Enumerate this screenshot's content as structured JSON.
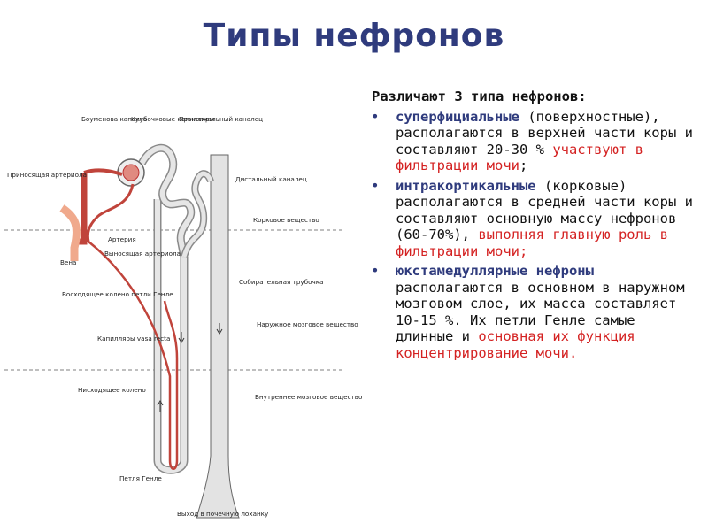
{
  "title": "Типы нефронов",
  "diagram": {
    "labels": {
      "bowman": "Боуменова капсула",
      "glomerular": "Клубочковые капилляры",
      "proximal": "Проксимальный каналец",
      "afferent": "Приносящая артериола",
      "distal": "Дистальный каналец",
      "cortex": "Корковое вещество",
      "artery": "Артерия",
      "vein": "Вена",
      "efferent": "Выносящая артериола",
      "collecting": "Собирательная трубочка",
      "ascending": "Восходящее колено петли Генле",
      "outer_medulla": "Наружное мозговое вещество",
      "vasa_recta": "Капилляры vasa recta",
      "descending": "Нисходящее колено",
      "inner_medulla": "Внутреннее мозговое вещество",
      "loop": "Петля Генле",
      "exit": "Выход в почечную лоханку"
    }
  },
  "text": {
    "intro": "Различают 3 типа нефронов:",
    "items": [
      {
        "term": "суперфициальные",
        "body": " (поверхностные), располагаются в верхней части коры и составляют 20-30 % ",
        "red": "участвуют в фильтрации мочи",
        "tail": ";"
      },
      {
        "term": "интракортикальные",
        "body": " (корковые) располагаются в средней части коры и составляют основную массу нефронов (60-70%), ",
        "red": "выполняя главную роль в фильтрации мочи;",
        "tail": ""
      },
      {
        "term": "юкстамедуллярные нефроны",
        "body": " располагаются в основном в наружном мозговом слое, их масса составляет 10-15 %. Их петли Генле самые длинные и ",
        "red": "основная их функция концентрирование мочи.",
        "tail": ""
      }
    ]
  },
  "colors": {
    "title": "#2f3b7d",
    "accent": "#d42222",
    "vessel": "#c0443b",
    "tubule": "#9a9a9a"
  }
}
